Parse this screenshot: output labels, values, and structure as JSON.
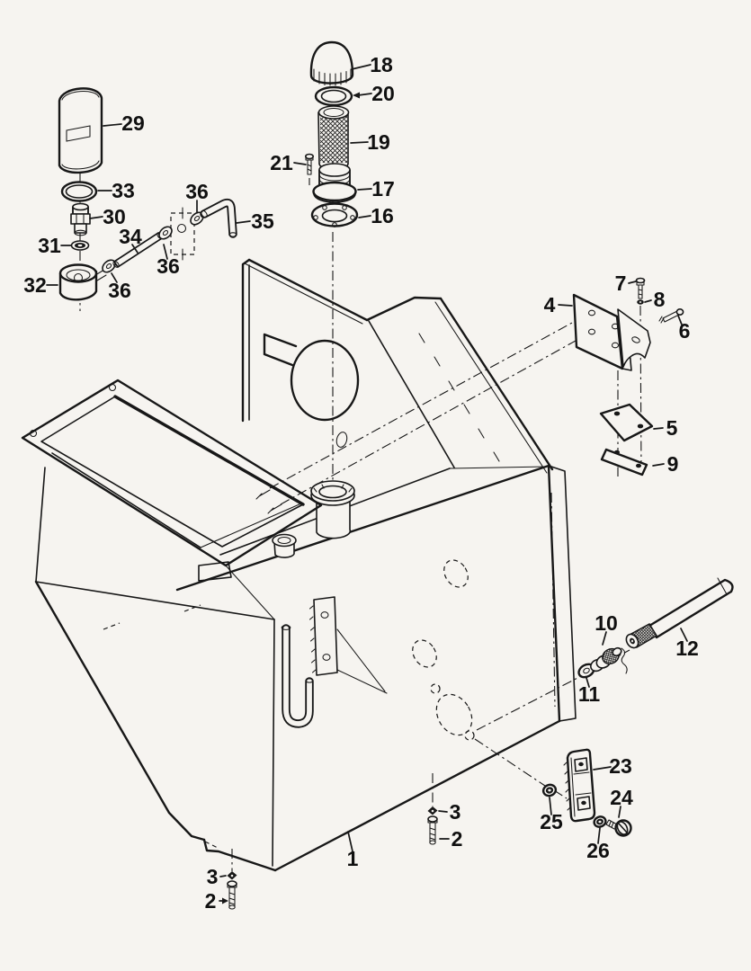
{
  "figure": {
    "kind": "exploded-parts-diagram",
    "subject": "hydraulic tank assembly line drawing",
    "background_color": "#f6f4f0",
    "line_color": "#171717"
  },
  "callouts": {
    "c1": "1",
    "c2l": "2",
    "c2r": "2",
    "c3l": "3",
    "c3r": "3",
    "c4": "4",
    "c5": "5",
    "c6": "6",
    "c7": "7",
    "c8": "8",
    "c9": "9",
    "c10": "10",
    "c11": "11",
    "c12": "12",
    "c16": "16",
    "c17": "17",
    "c18": "18",
    "c19": "19",
    "c20": "20",
    "c21": "21",
    "c23": "23",
    "c24": "24",
    "c25": "25",
    "c26": "26",
    "c29": "29",
    "c30": "30",
    "c31": "31",
    "c32": "32",
    "c33": "33",
    "c34": "34",
    "c35": "35",
    "c36a": "36",
    "c36b": "36",
    "c36c": "36"
  }
}
